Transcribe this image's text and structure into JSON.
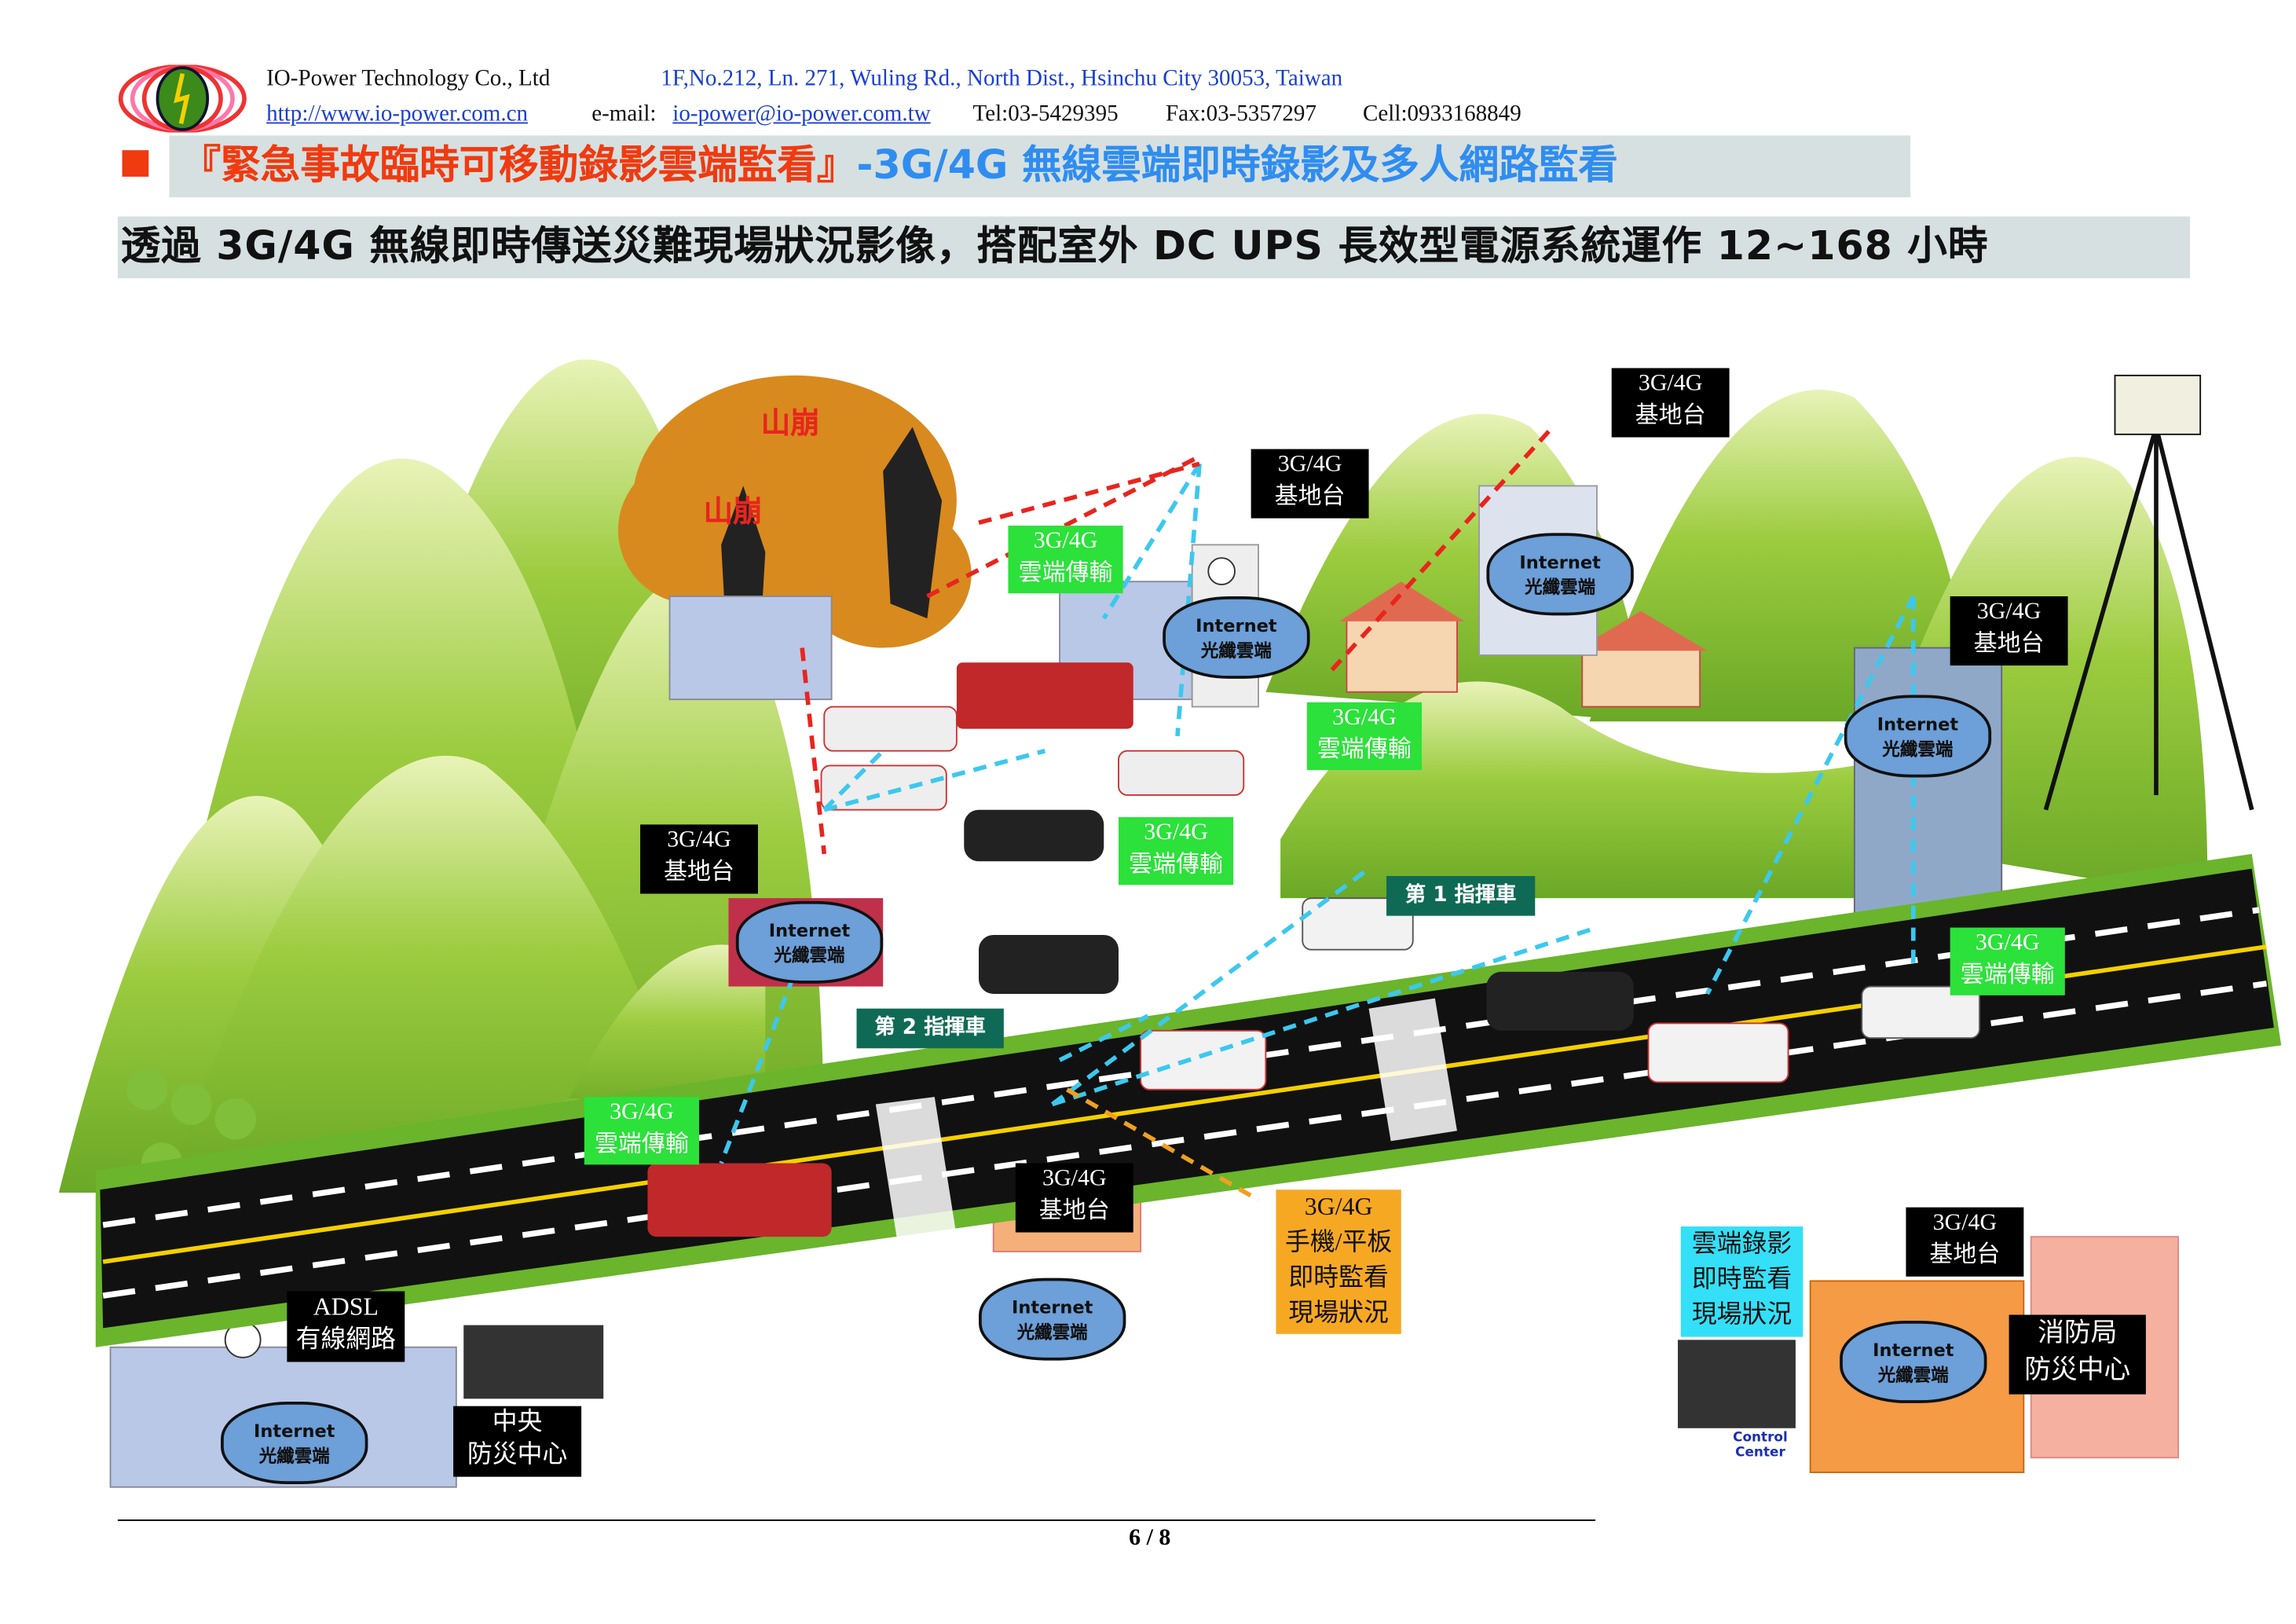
{
  "header": {
    "company": "IO-Power Technology Co., Ltd",
    "address": "1F,No.212, Ln. 271, Wuling Rd., North Dist., Hsinchu City 30053, Taiwan",
    "website": "http://www.io-power.com.cn",
    "email_label": "e-mail:",
    "email": "io-power@io-power.com.tw",
    "tel": "Tel:03-5429395",
    "fax": "Fax:03-5357297",
    "cell": "Cell:0933168849"
  },
  "title": {
    "part1": "『緊急事故臨時可移動錄影雲端監看』",
    "part2": "-3G/4G 無線雲端即時錄影及多人網路監看"
  },
  "subtitle": "透過 3G/4G 無線即時傳送災難現場狀況影像，搭配室外 DC UPS 長效型電源系統運作 12~168 小時",
  "colors": {
    "title_red": "#f03a10",
    "title_blue": "#2f8df0",
    "hill_green": "#8cc63f",
    "label_green": "#2be13a",
    "label_orange": "#f7a823",
    "label_cyan": "#33e0f8"
  },
  "scene": {
    "landslide": [
      "山崩",
      "山崩"
    ],
    "base_station": {
      "line1": "3G/4G",
      "line2": "基地台"
    },
    "cloud_transfer": {
      "line1": "3G/4G",
      "line2": "雲端傳輸"
    },
    "cloud": {
      "line1": "Internet",
      "line2": "光纖雲端"
    },
    "command_vehicle_1": "第 1 指揮車",
    "command_vehicle_2": "第 2 指揮車",
    "mobile": [
      "3G/4G",
      "手機/平板",
      "即時監看",
      "現場狀況"
    ],
    "adsl": [
      "ADSL",
      "有線網路"
    ],
    "central": [
      "中央",
      "防災中心"
    ],
    "cloud_recording": [
      "雲端錄影",
      "即時監看",
      "現場狀況"
    ],
    "fire_dept": [
      "消防局",
      "防災中心"
    ],
    "control_center": [
      "Control",
      "Center"
    ]
  },
  "footer": {
    "page": "6 / 8"
  }
}
